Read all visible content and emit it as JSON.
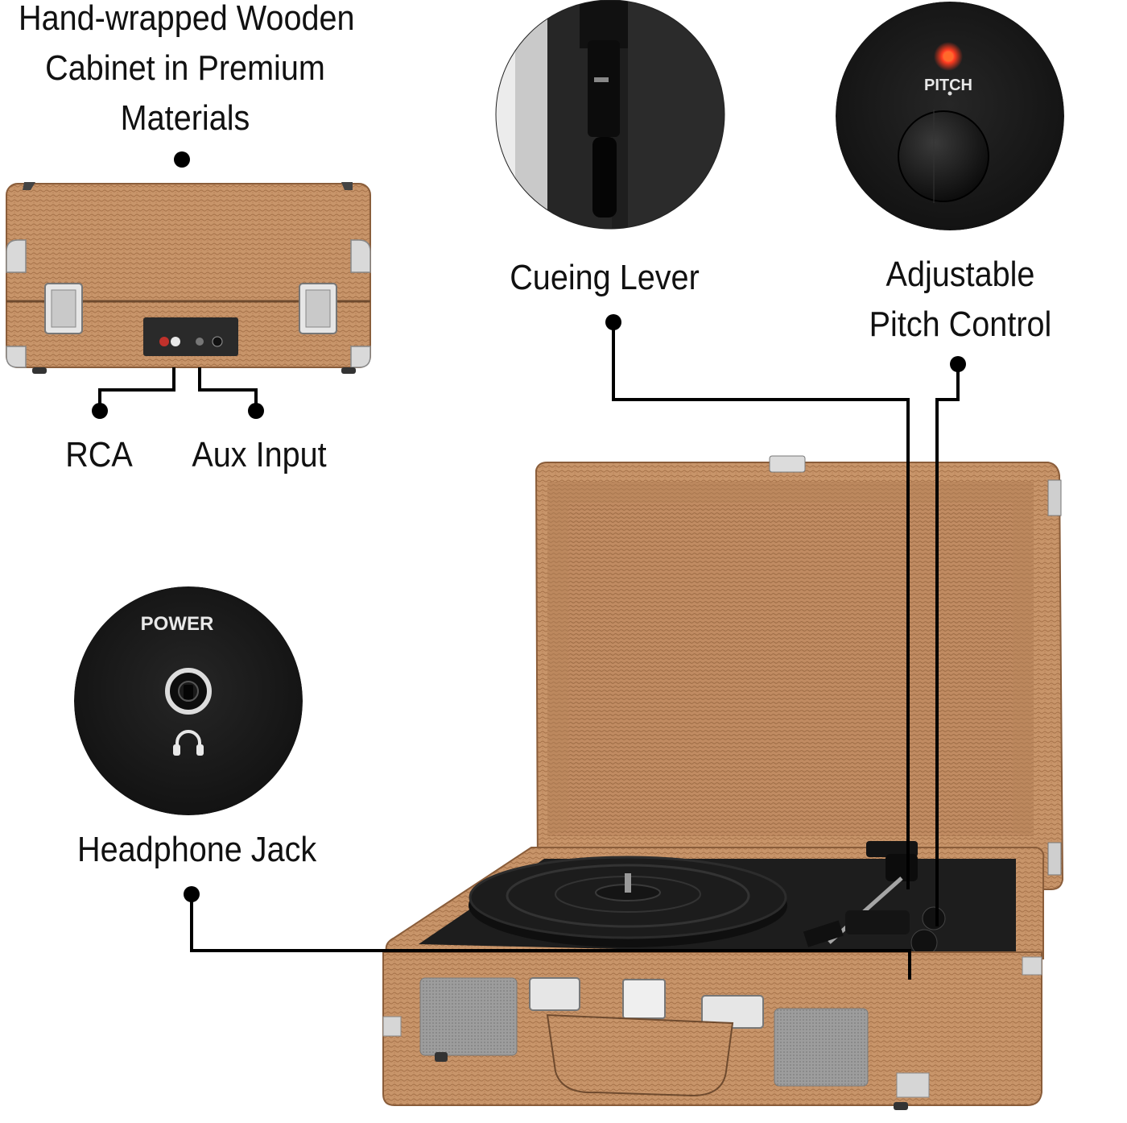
{
  "labels": {
    "cabinet": [
      "Hand-wrapped Wooden",
      "Cabinet in Premium",
      "Materials"
    ],
    "rca": "RCA",
    "aux": "Aux Input",
    "cueing": "Cueing Lever",
    "pitch_control": [
      "Adjustable",
      "Pitch Control"
    ],
    "headphone": "Headphone Jack"
  },
  "closeups": {
    "pitch_knob_label": "PITCH",
    "power_label": "POWER"
  },
  "colors": {
    "case_tan": "#c8956a",
    "case_dark": "#a9754c",
    "closeup_black": "#1b1b1b",
    "led_red": "#ff3b1f",
    "line": "#000000"
  }
}
